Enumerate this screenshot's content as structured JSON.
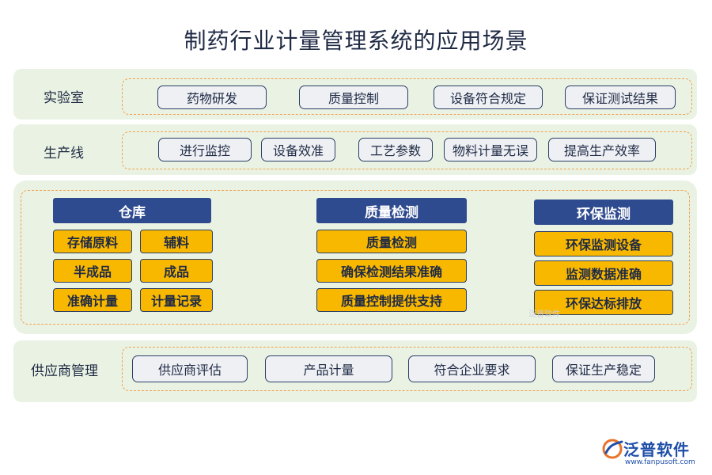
{
  "title": "制药行业计量管理系统的应用场景",
  "lab": {
    "label": "实验室",
    "items": [
      "药物研发",
      "质量控制",
      "设备符合规定",
      "保证测试结果"
    ]
  },
  "production": {
    "label": "生产线",
    "items": [
      "进行监控",
      "设备效准",
      "工艺参数",
      "物料计量无误",
      "提高生产效率"
    ]
  },
  "warehouse": {
    "header": "仓库",
    "items": [
      "存储原料",
      "辅料",
      "半成品",
      "成品",
      "准确计量",
      "计量记录"
    ]
  },
  "quality": {
    "header": "质量检测",
    "items": [
      "质量检测",
      "确保检测结果准确",
      "质量控制提供支持"
    ]
  },
  "env": {
    "header": "环保监测",
    "items": [
      "环保监测设备",
      "监测数据准确",
      "环保达标排放"
    ]
  },
  "supplier": {
    "label": "供应商管理",
    "items": [
      "供应商评估",
      "产品计量",
      "符合企业要求",
      "保证生产稳定"
    ]
  },
  "watermark": "泛普软件",
  "logo": {
    "name": "泛普软件",
    "url": "www.fanpusoft.com",
    "icon": "fanpu-logo-icon"
  },
  "colors": {
    "band": "#eaf3e3",
    "dash": "#f0a050",
    "header": "#2f4b8f",
    "highlight": "#f9b800"
  }
}
